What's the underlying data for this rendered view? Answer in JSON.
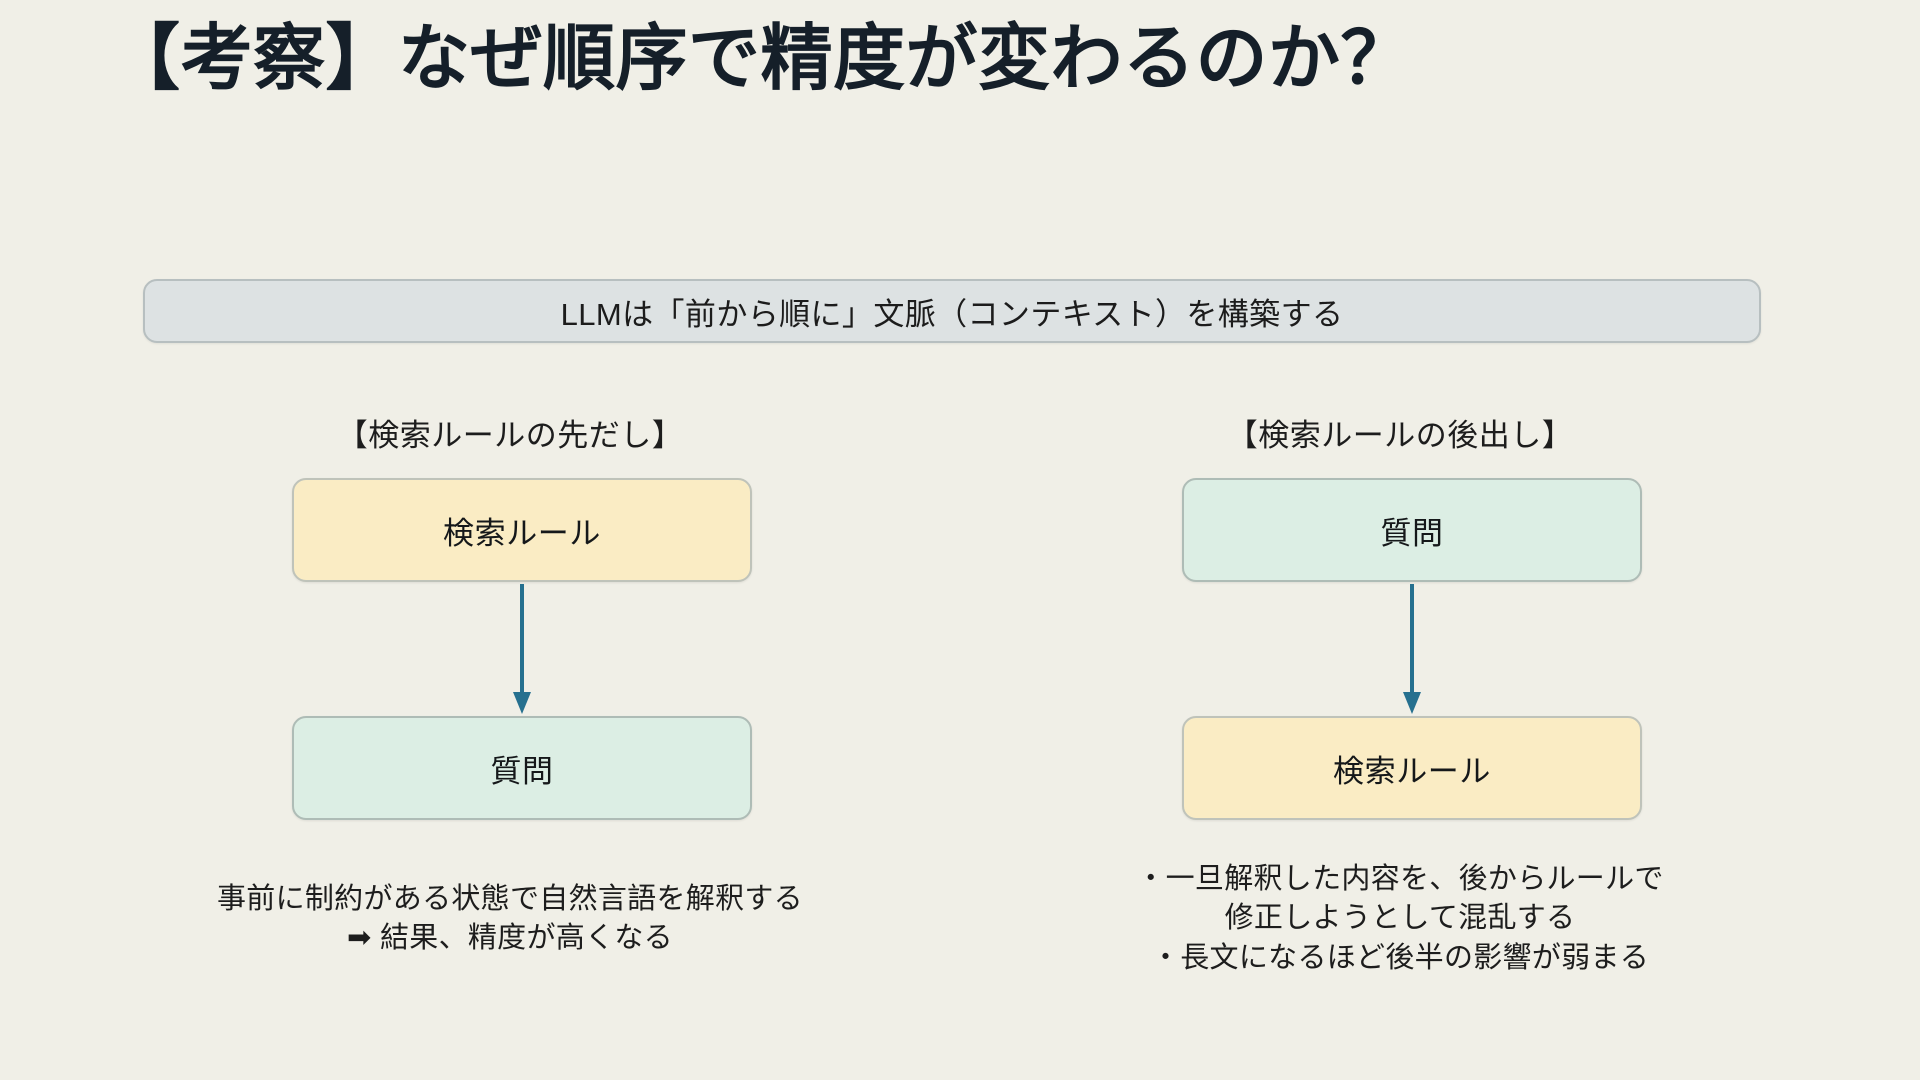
{
  "slide": {
    "title": "【考察】なぜ順序で精度が変わるのか？",
    "background_color": "#f0efe7",
    "title_color": "#151f29"
  },
  "banner": {
    "text": "LLMは「前から順に」文脈（コンテキスト）を構築する",
    "fill_color": "#dde2e3",
    "border_color": "#b7bfc0"
  },
  "columns": [
    {
      "id": "left",
      "header": "【検索ルールの先だし】",
      "nodes": [
        {
          "label": "検索ルール",
          "style": "yellow",
          "fill_color": "#faecc4"
        },
        {
          "label": "質問",
          "style": "green",
          "fill_color": "#dceee4"
        }
      ],
      "arrow": {
        "direction": "down",
        "color": "#26708f"
      },
      "caption_lines": [
        "事前に制約がある状態で自然言語を解釈する",
        "➡ 結果、精度が高くなる"
      ]
    },
    {
      "id": "right",
      "header": "【検索ルールの後出し】",
      "nodes": [
        {
          "label": "質問",
          "style": "green",
          "fill_color": "#dceee4"
        },
        {
          "label": "検索ルール",
          "style": "yellow",
          "fill_color": "#faecc4"
        }
      ],
      "arrow": {
        "direction": "down",
        "color": "#26708f"
      },
      "caption_lines": [
        "・一旦解釈した内容を、後からルールで",
        "修正しようとして混乱する",
        "・長文になるほど後半の影響が弱まる"
      ]
    }
  ]
}
